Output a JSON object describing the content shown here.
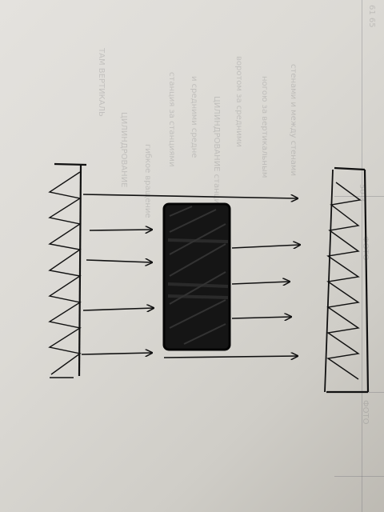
{
  "page_text": {
    "corner_tag": "61 65",
    "column_marks": [
      "50 3",
      "ФОТО",
      "ФОТО"
    ],
    "faint_lines": [
      "стенами и между стенами",
      "ногою за вертикальным",
      "воротом за средними",
      "ЦИЛИНДРОВАНИЕ станции",
      "и средними средне",
      "станция за станциями",
      "гибкое вращение",
      "ЦИЛИНДРОВАНИЕ",
      "ТАМ ВЕРТИКАЛЬ"
    ]
  },
  "colors": {
    "paper": "#dcdad5",
    "ink": "#111111"
  }
}
